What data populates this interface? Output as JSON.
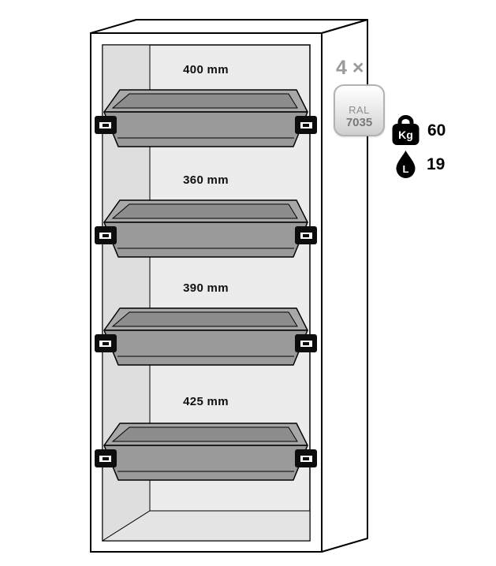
{
  "shelves": [
    {
      "label": "400 mm"
    },
    {
      "label": "360 mm"
    },
    {
      "label": "390 mm"
    },
    {
      "label": "425 mm"
    }
  ],
  "annotations": {
    "quantity": "4 ×",
    "ral": {
      "line1": "RAL",
      "line2": "7035"
    },
    "weight": {
      "unit": "Kg",
      "value": "60"
    },
    "volume": {
      "unit": "L",
      "value": "19"
    }
  },
  "colors": {
    "outline": "#000000",
    "interior_fill": "#ececec",
    "tray_fill": "#9c9c9c",
    "gray_text": "#9a9a9a"
  }
}
